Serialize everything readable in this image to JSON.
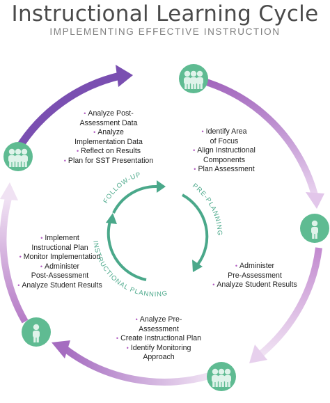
{
  "title": "Instructional Learning Cycle",
  "subtitle": "IMPLEMENTING EFFECTIVE INSTRUCTION",
  "colors": {
    "purple_light": "#e6cdec",
    "purple_mid": "#b679c4",
    "purple_dark": "#7a4fb1",
    "green": "#5fbb92",
    "inner_green": "#4aa88a"
  },
  "inner_cycle": {
    "stages": [
      "FOLLOW-UP",
      "PRE-PLANNING",
      "INSTRUCTIONAL PLANNING"
    ]
  },
  "nodes": [
    {
      "name": "follow-up",
      "icon": "people-group-icon"
    },
    {
      "name": "pre-planning",
      "icon": "people-group-icon"
    },
    {
      "name": "pre-assessment",
      "icon": "person-icon"
    },
    {
      "name": "planning",
      "icon": "people-group-icon"
    },
    {
      "name": "implementation",
      "icon": "person-icon"
    }
  ],
  "blocks": {
    "follow_up": [
      "Analyze Post-\nAssessment Data",
      "Analyze\nImplementation Data",
      "Reflect on Results",
      "Plan for SST Presentation"
    ],
    "pre_planning": [
      "Identify Area\nof Focus",
      "Align Instructional\nComponents",
      "Plan Assessment"
    ],
    "pre_assessment": [
      "Administer\nPre-Assessment",
      "Analyze Student Results"
    ],
    "instructional_planning": [
      "Analyze Pre-\nAssessment",
      "Create Instructional Plan",
      "Identify Monitoring\nApproach"
    ],
    "implementation": [
      "Implement\nInstructional Plan",
      "Monitor Implementation",
      "Administer\nPost-Assessment",
      "Analyze Student Results"
    ]
  }
}
